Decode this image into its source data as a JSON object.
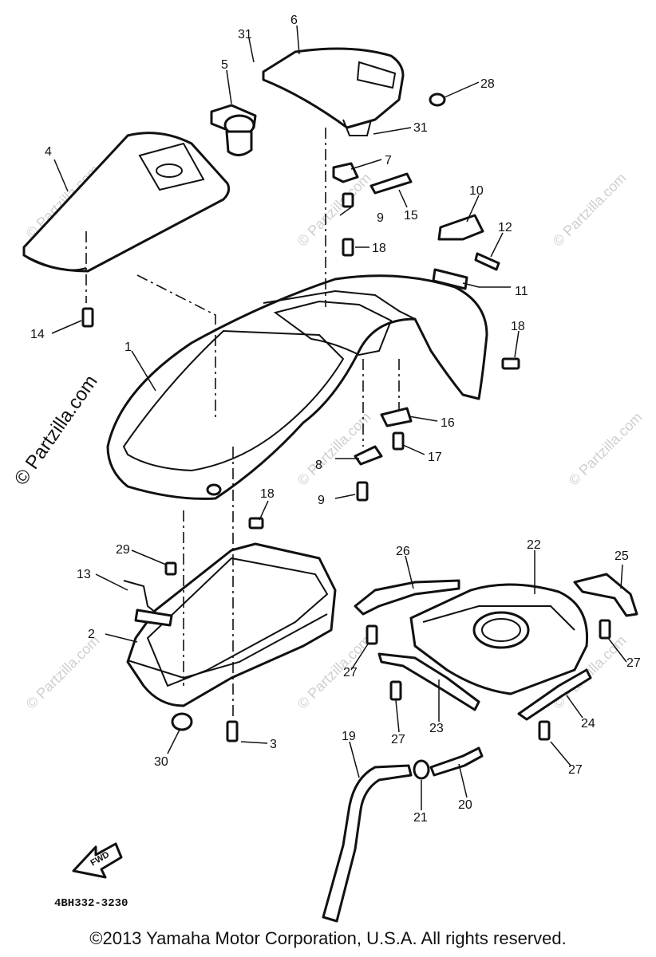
{
  "watermark": {
    "text": "© Partzilla.com",
    "side_text": "© Partzilla.com"
  },
  "diagram_code": "4BH332-3230",
  "arrow_label": "FWD",
  "copyright": "©2013  Yamaha Motor Corporation, U.S.A. All rights reserved.",
  "callouts": {
    "p1": "1",
    "p2": "2",
    "p3": "3",
    "p4": "4",
    "p5": "5",
    "p6": "6",
    "p7": "7",
    "p8": "8",
    "p9a": "9",
    "p9b": "9",
    "p10": "10",
    "p11": "11",
    "p12": "12",
    "p13": "13",
    "p14": "14",
    "p15": "15",
    "p16": "16",
    "p17": "17",
    "p18a": "18",
    "p18b": "18",
    "p18c": "18",
    "p19": "19",
    "p20": "20",
    "p21": "21",
    "p22": "22",
    "p23": "23",
    "p24": "24",
    "p25": "25",
    "p26": "26",
    "p27a": "27",
    "p27b": "27",
    "p27c": "27",
    "p27d": "27",
    "p28": "28",
    "p29": "29",
    "p30": "30",
    "p31a": "31",
    "p31b": "31"
  }
}
